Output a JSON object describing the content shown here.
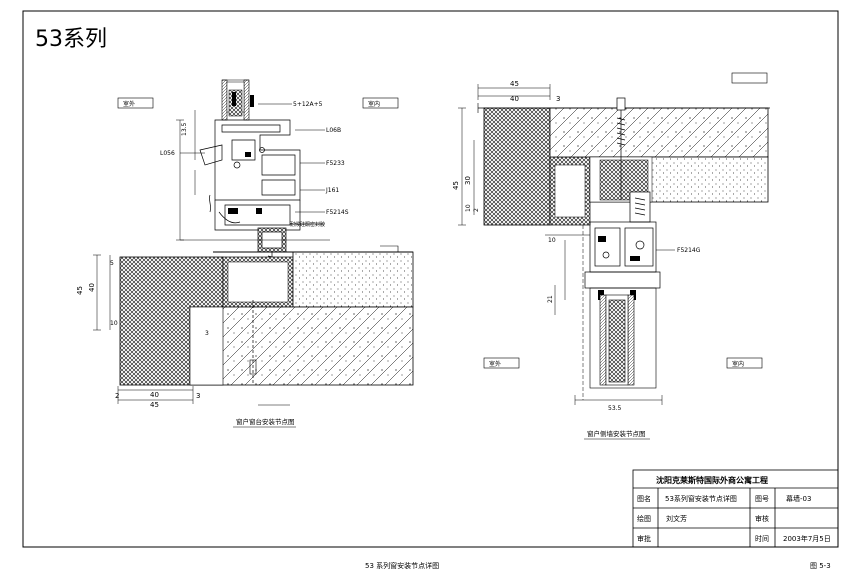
{
  "sheet": {
    "series_title": "53系列",
    "footer_center": "53 系列窗安装节点详图",
    "footer_right": "图 5-3"
  },
  "left_detail": {
    "caption": "窗户窗台安装节点图",
    "outdoor_label": "室外",
    "indoor_label": "室内",
    "parts": [
      "5+12A+5",
      "L06B",
      "L056",
      "F5233",
      "J161",
      "F5214S"
    ],
    "note": "耐候硅酮密封胶",
    "dims": [
      "45",
      "40",
      "2",
      "3",
      "13.5",
      "40",
      "45",
      "5",
      "10",
      "3"
    ]
  },
  "right_detail": {
    "caption": "窗户侧墙安装节点图",
    "outdoor_label": "室外",
    "indoor_label": "室内",
    "parts": [
      "F5214G"
    ],
    "dims": [
      "45",
      "40",
      "3",
      "45",
      "30",
      "10",
      "2",
      "10",
      "21",
      "53.5"
    ]
  },
  "title_block": {
    "project": "沈阳克莱斯特国际外商公寓工程",
    "row1_label": "图名",
    "row1_value": "53系列窗安装节点详图",
    "row1_code_label": "图号",
    "row1_code_value": "幕墙-03",
    "row2_label": "绘图",
    "row2_value": "刘文芳",
    "row2_check_label": "审核",
    "row2_check_value": "",
    "row3_label": "审批",
    "row3_value": "",
    "row3_date_label": "时间",
    "row3_date_value": "2003年7月5日"
  }
}
